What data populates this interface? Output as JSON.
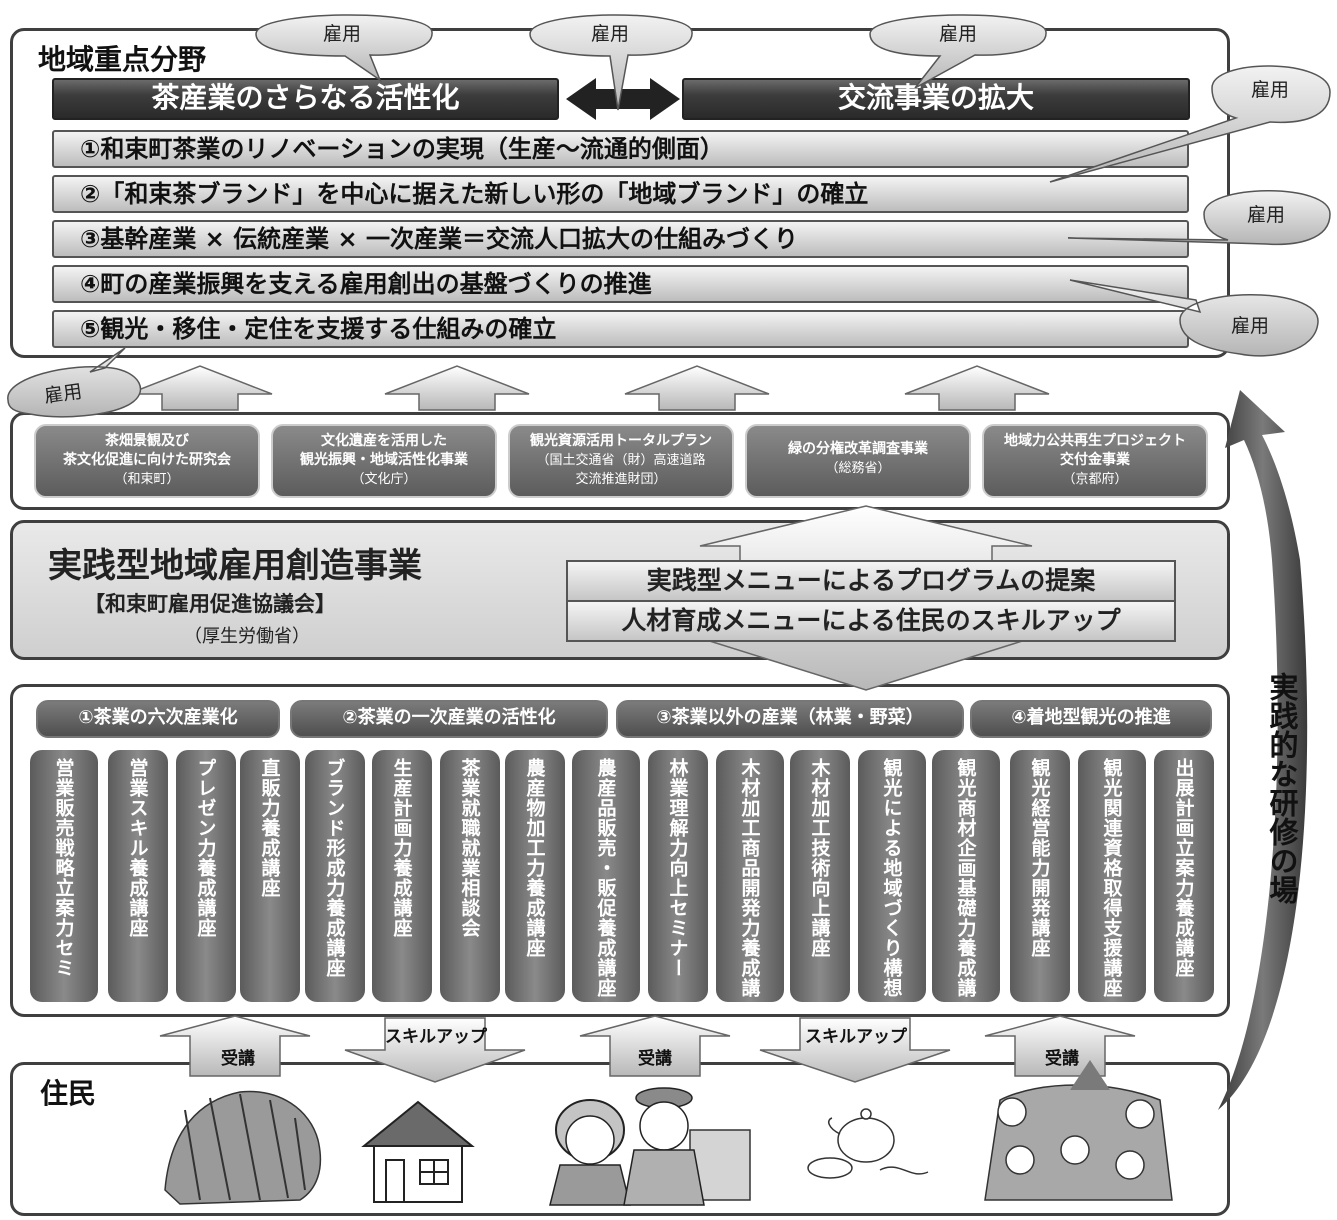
{
  "header_title": "地域重点分野",
  "main_bar_left": "茶産業のさらなる活性化",
  "main_bar_right": "交流事業の拡大",
  "priorities": [
    "①和束町茶業のリノベーションの実現（生産～流通的側面）",
    "②「和束茶ブランド」を中心に据えた新しい形の「地域ブランド」の確立",
    "③基幹産業 × 伝統産業 × 一次産業＝交流人口拡大の仕組みづくり",
    "④町の産業振興を支える雇用創出の基盤づくりの推進",
    "⑤観光・移住・定住を支援する仕組みの確立"
  ],
  "bubble_label": "雇用",
  "projects": [
    {
      "line1": "茶畑景観及び",
      "line2": "茶文化促進に向けた研究会",
      "sub": "（和束町）"
    },
    {
      "line1": "文化遺産を活用した",
      "line2": "観光振興・地域活性化事業",
      "sub": "（文化庁）"
    },
    {
      "line1": "観光資源活用トータルプラン",
      "line2": "（国土交通省（財）高速道路",
      "sub": "交流推進財団）"
    },
    {
      "line1": "緑の分権改革調査事業",
      "line2": "（総務省）",
      "sub": ""
    },
    {
      "line1": "地域力公共再生プロジェクト",
      "line2": "交付金事業",
      "sub": "（京都府）"
    }
  ],
  "center": {
    "title": "実践型地域雇用創造事業",
    "council": "【和束町雇用促進協議会】",
    "ministry": "（厚生労働省）",
    "menu1": "実践型メニューによるプログラムの提案",
    "menu2": "人材育成メニューによる住民のスキルアップ"
  },
  "categories": [
    "①茶業の六次産業化",
    "②茶業の一次産業の活性化",
    "③茶業以外の産業（林業・野菜）",
    "④着地型観光の推進"
  ],
  "courses": [
    "営業販売戦略立案力セミ",
    "営業スキル養成講座",
    "プレゼン力養成講座",
    "直販力養成講座",
    "ブランド形成力養成講座",
    "生産計画力養成講座",
    "茶業就職就業相談会",
    "農産物加工力養成講座",
    "農産品販売・販促養成講座",
    "林業理解力向上セミナー",
    "木材加工商品開発力養成講",
    "木材加工技術向上講座",
    "観光による地域づくり構想",
    "観光商材企画基礎力養成講",
    "観光経営能力開発講座",
    "観光関連資格取得支援講座",
    "出展計画立案力養成講座"
  ],
  "arrow_up_label": "受講",
  "arrow_down_label": "スキルアップ",
  "residents_label": "住民",
  "side_label": "実践的な研修の場",
  "icons": [
    "tea-field-icon",
    "house-icon",
    "people-icon",
    "teapot-icon",
    "community-icon"
  ]
}
